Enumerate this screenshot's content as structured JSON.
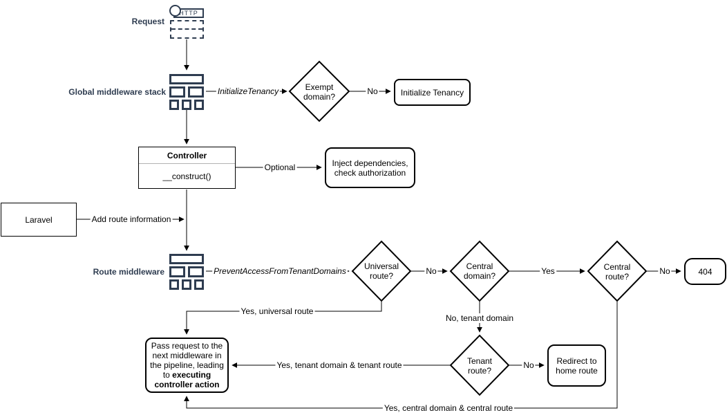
{
  "colors": {
    "navy": "#2e3c50",
    "line": "#000000",
    "divider": "#b3b3b3",
    "background": "#ffffff"
  },
  "nodes": {
    "request": {
      "label": "Request",
      "http": "HTTP"
    },
    "global_middleware_stack": {
      "label": "Global middleware stack"
    },
    "exempt_domain": {
      "text": "Exempt\ndomain?"
    },
    "initialize_tenancy": {
      "text": "Initialize Tenancy"
    },
    "controller": {
      "title": "Controller",
      "member": "__construct()"
    },
    "inject_dependencies": {
      "text": "Inject dependencies,\ncheck authorization"
    },
    "laravel": {
      "text": "Laravel"
    },
    "route_middleware": {
      "label": "Route middleware"
    },
    "universal_route": {
      "text": "Universal\nroute?"
    },
    "central_domain": {
      "text": "Central\ndomain?"
    },
    "central_route": {
      "text": "Central\nroute?"
    },
    "error_404": {
      "text": "404"
    },
    "tenant_route": {
      "text": "Tenant\nroute?"
    },
    "redirect_home": {
      "text": "Redirect to\nhome route"
    },
    "pass_request": {
      "text_start": "Pass request to the next middleware in the pipeline, leading to ",
      "text_bold": "executing controller action"
    }
  },
  "edge_labels": {
    "initialize_tenancy": "InitializeTenancy",
    "exempt_domain_no": "No",
    "controller_optional": "Optional",
    "add_route_information": "Add route information",
    "prevent_access": "PreventAccessFromTenantDomains",
    "universal_route_no": "No",
    "central_domain_yes": "Yes",
    "central_route_no": "No",
    "yes_universal_route": "Yes, universal route",
    "no_tenant_domain": "No, tenant domain",
    "tenant_route_no": "No",
    "yes_tenant_domain_tenant_route": "Yes, tenant domain & tenant route",
    "yes_central_domain_central_route": "Yes, central domain & central route"
  }
}
